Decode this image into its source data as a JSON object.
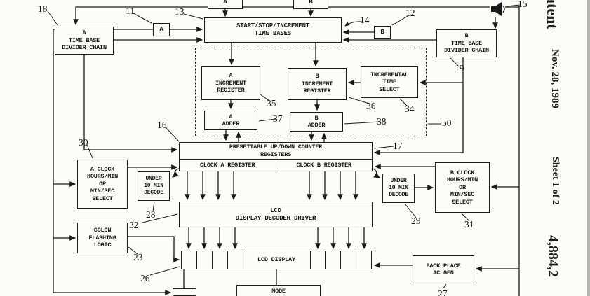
{
  "margin": {
    "patent_word": "atent",
    "date": "Nov. 28, 1989",
    "sheet": "Sheet 1 of 2",
    "patent_number": "4,884,2"
  },
  "blocks": {
    "top_a": "A",
    "top_b": "B",
    "switch_a": "A",
    "switch_b": "B",
    "start_stop": "START/STOP/INCREMENT\nTIME BASES",
    "a_time_base": "A\nTIME BASE\nDIVIDER CHAIN",
    "b_time_base": "B\nTIME BASE\nDIVIDER CHAIN",
    "a_increment_register": "A\nINCREMENT\nREGISTER",
    "b_increment_register": "B\nINCREMENT\nREGISTER",
    "incremental_time_select": "INCREMENTAL\nTIME\nSELECT",
    "a_adder": "A\nADDER",
    "b_adder": "B\nADDER",
    "counter_title": "PRESETTABLE UP/DOWN COUNTER\nREGISTERS",
    "clock_a_register": "CLOCK A REGISTER",
    "clock_b_register": "CLOCK B REGISTER",
    "a_clock_select": "A CLOCK\nHOURS/MIN\nOR\nMIN/SEC\nSELECT",
    "under_10_min_decode_left": "UNDER\n10 MIN\nDECODE",
    "under_10_min_decode_right": "UNDER\n10 MIN\nDECODE",
    "b_clock_select": "B CLOCK\nHOURS/MIN\nOR\nMIN/SEC\nSELECT",
    "lcd_decoder_driver": "LCD\nDISPLAY DECODER DRIVER",
    "colon_flashing_logic": "COLON\nFLASHING\nLOGIC",
    "lcd_display": "LCD DISPLAY",
    "back_place_ac_gen": "BACK PLACE\nAC GEN",
    "mode": "MODE"
  },
  "refs": {
    "r11": "11",
    "r12": "12",
    "r13": "13",
    "r14": "14",
    "r15": "15",
    "r16": "16",
    "r17": "17",
    "r18": "18",
    "r19": "19",
    "r23": "23",
    "r26": "26",
    "r27": "27",
    "r28": "28",
    "r29": "29",
    "r30": "30",
    "r31": "31",
    "r32": "32",
    "r34": "34",
    "r35": "35",
    "r36": "36",
    "r37": "37",
    "r38": "38",
    "r50": "50"
  },
  "icons": {
    "crystal": "speaker-icon"
  },
  "colors": {
    "ink": "#1a1a1a",
    "paper": "#fcfcfa"
  }
}
